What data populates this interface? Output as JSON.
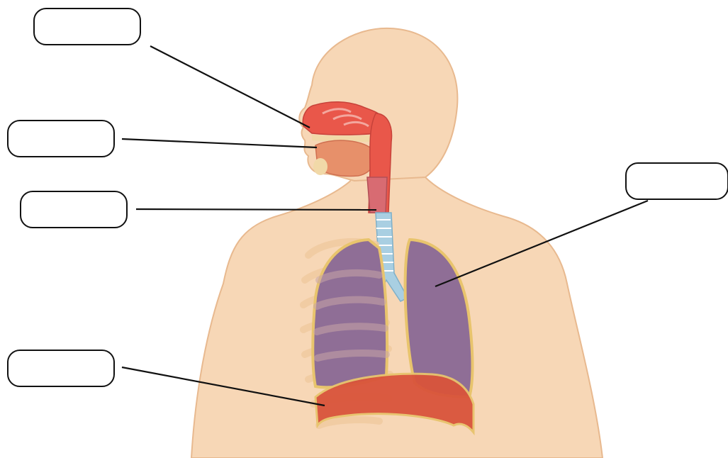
{
  "diagram": {
    "labels": [
      {
        "id": "nasal-cavity",
        "text": ""
      },
      {
        "id": "oral-cavity",
        "text": ""
      },
      {
        "id": "larynx",
        "text": ""
      },
      {
        "id": "lung",
        "text": ""
      },
      {
        "id": "diaphragm",
        "text": ""
      }
    ]
  },
  "colors": {
    "skin": "#f7d7b6",
    "skin_outline": "#e8b98f",
    "airway": "#e9574a",
    "trachea": "#a9cfe2",
    "lung": "#8f6e96",
    "pleura": "#e8c46d",
    "diaphragm": "#d9543b",
    "rib": "#f0caa0"
  }
}
